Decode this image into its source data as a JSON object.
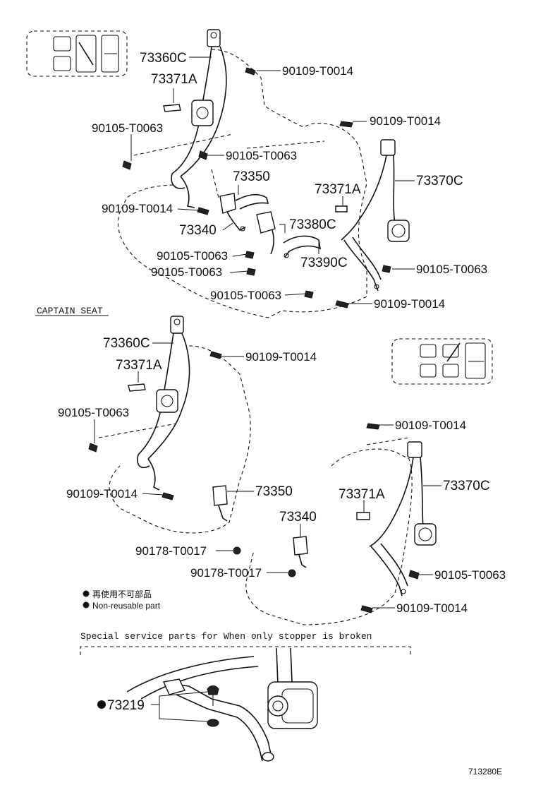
{
  "section_label": "CAPTAIN SEAT",
  "labels": {
    "l1": "73360C",
    "l2": "73371A",
    "l3": "90109-T0014",
    "l4": "90105-T0063",
    "l5": "90109-T0014",
    "l6": "90105-T0063",
    "l7": "73350",
    "l8": "73371A",
    "l9": "73370C",
    "l10": "90109-T0014",
    "l11": "73340",
    "l12": "73380C",
    "l13": "90105-T0063",
    "l14": "90105-T0063",
    "l15": "73390C",
    "l16": "90105-T0063",
    "l17": "90105-T0063",
    "l18": "90109-T0014",
    "l19": "73360C",
    "l20": "90109-T0014",
    "l21": "73371A",
    "l22": "90105-T0063",
    "l23": "90109-T0014",
    "l24": "73370C",
    "l25": "73350",
    "l26": "73371A",
    "l27": "90109-T0014",
    "l28": "73340",
    "l29": "90178-T0017",
    "l30": "90105-T0063",
    "l31": "90178-T0017",
    "l32": "90109-T0014"
  },
  "legend": {
    "jp": "再使用不可部品",
    "en": "Non-reusable part"
  },
  "special_note": "Special service parts for When only stopper is broken",
  "special_part": "73219",
  "diagram_code": "713280E"
}
